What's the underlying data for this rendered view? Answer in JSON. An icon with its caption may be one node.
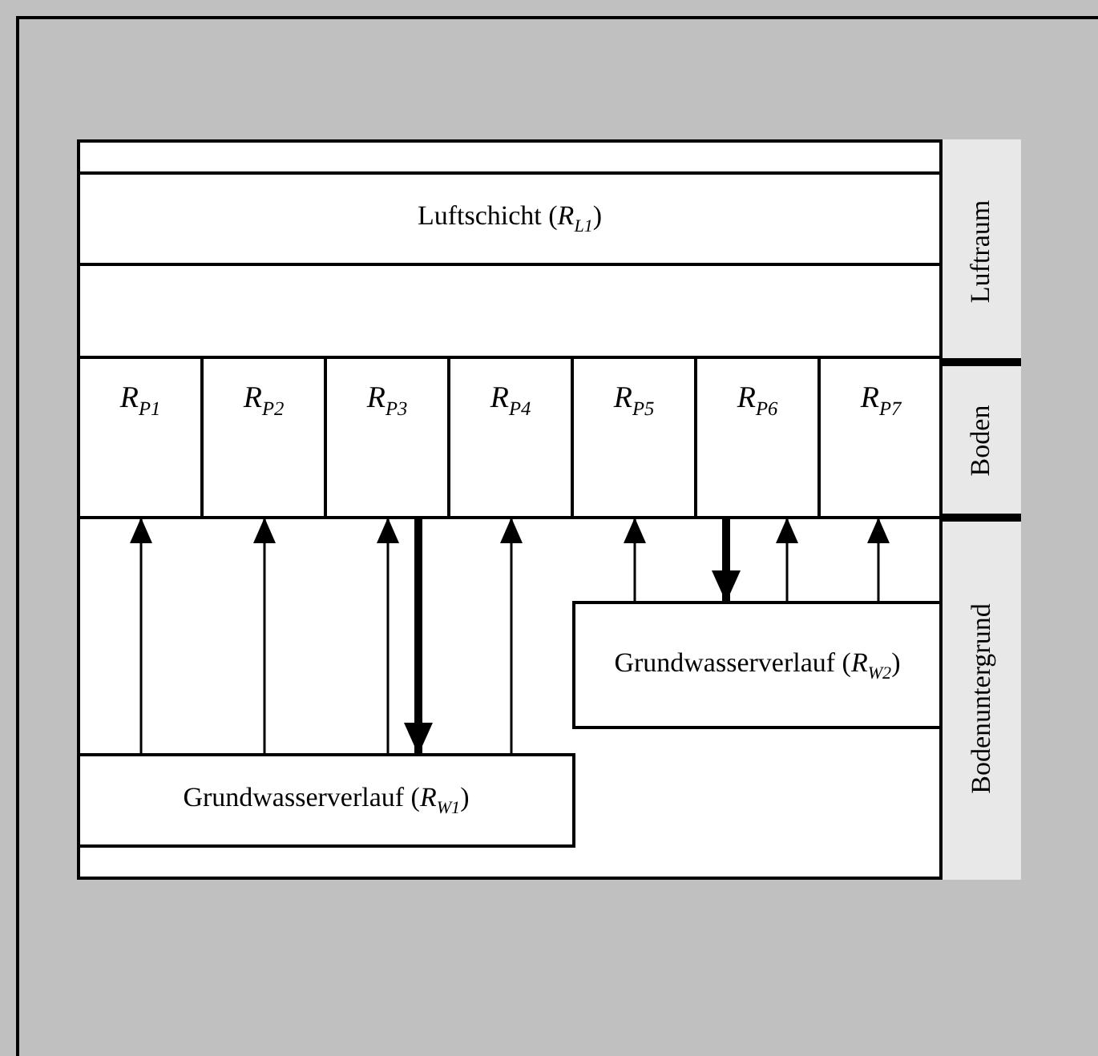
{
  "diagram": {
    "nodes": [
      {
        "text": [
          "Luftschicht (*R*$_{L1}$)"
        ]
      },
      {
        "text": [
          "*R*$_{P1}$"
        ]
      },
      {
        "text": [
          "*R*$_{P2}$"
        ]
      },
      {
        "text": [
          "*R*$_{P3}$"
        ]
      },
      {
        "text": [
          "*R*$_{P4}$"
        ]
      },
      {
        "text": [
          "*R*$_{P5}$"
        ]
      },
      {
        "text": [
          "*R*$_{P6}$"
        ]
      },
      {
        "text": [
          "*R*$_{P7}$"
        ]
      },
      {
        "text": [
          "Grundwasserverlauf (*R*$_{W1}$)"
        ]
      },
      {
        "text": [
          "Grundwasserverlauf (*R*$_{W2}$)"
        ]
      },
      {
        "text": [
          "Luftraum"
        ]
      },
      {
        "text": [
          "Boden"
        ]
      },
      {
        "text": [
          "Bodenuntergrund"
        ]
      }
    ],
    "edges": [
      {
        "from": 8,
        "to": 1,
        "arrow": "to"
      },
      {
        "from": 8,
        "to": 2,
        "arrow": "to"
      },
      {
        "from": 8,
        "to": 3,
        "arrow": "to"
      },
      {
        "from": 3,
        "to": 8,
        "arrow": "to",
        "style": "thick"
      },
      {
        "from": 8,
        "to": 4,
        "arrow": "to"
      },
      {
        "from": 9,
        "to": 5,
        "arrow": "to"
      },
      {
        "from": 6,
        "to": 9,
        "arrow": "to",
        "style": "thick"
      },
      {
        "from": 9,
        "to": 6,
        "arrow": "to"
      },
      {
        "from": 9,
        "to": 7,
        "arrow": "to"
      }
    ]
  }
}
